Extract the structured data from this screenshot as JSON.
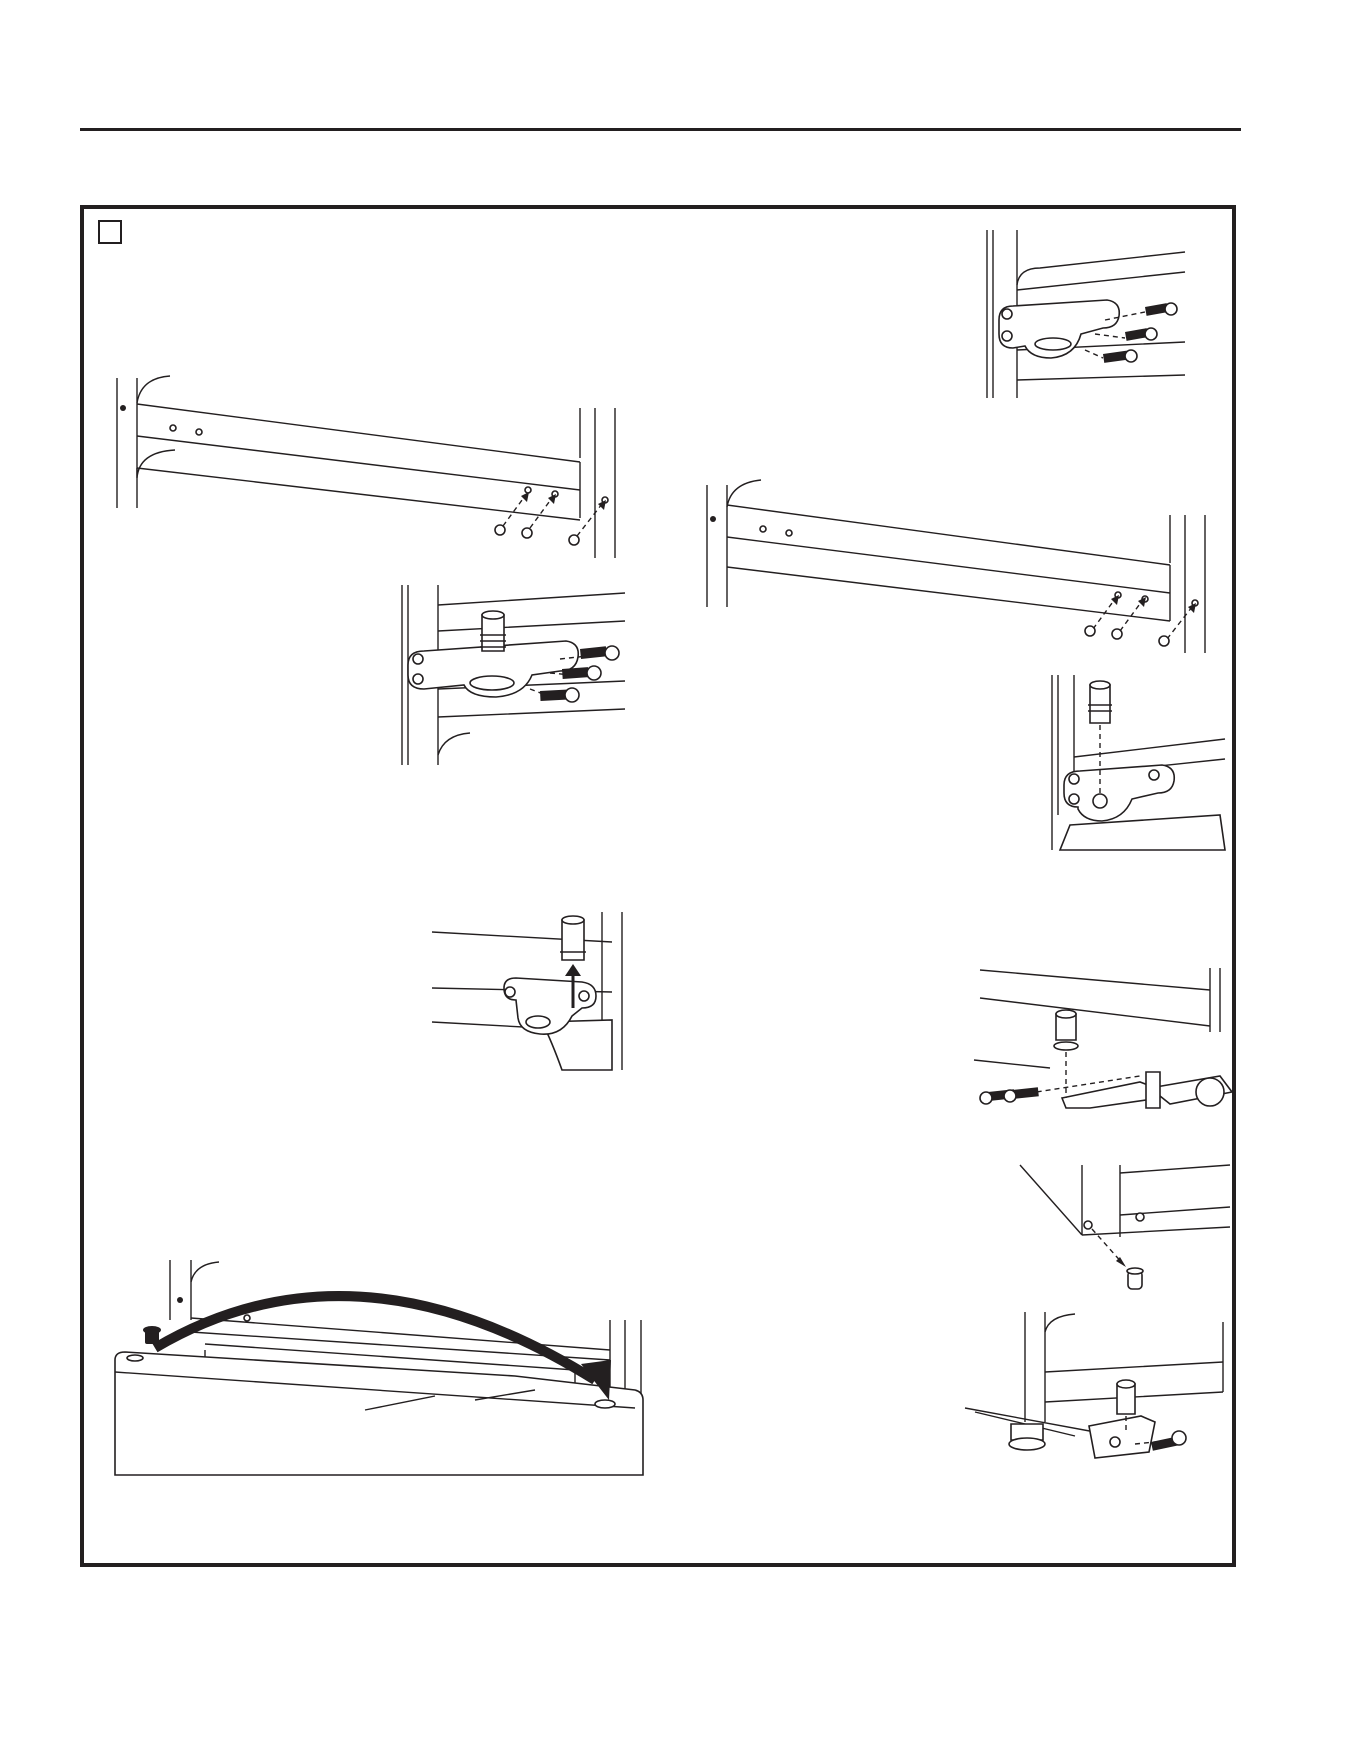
{
  "page": {
    "step_box_label": "",
    "figures": [
      {
        "id": "fig-top-hinge-screws-right",
        "icon": "hinge-bracket-with-three-screws"
      },
      {
        "id": "fig-top-cabinet-holes-left",
        "icon": "cabinet-top-with-three-screw-holes"
      },
      {
        "id": "fig-top-cabinet-holes-right",
        "icon": "cabinet-top-with-three-screw-holes"
      },
      {
        "id": "fig-hinge-pin-install-left",
        "icon": "hinge-bracket-with-pin-and-screws"
      },
      {
        "id": "fig-hinge-pin-lift-right",
        "icon": "hinge-pin-removal"
      },
      {
        "id": "fig-hinge-pin-lift-left",
        "icon": "hinge-pin-removal-arrow"
      },
      {
        "id": "fig-bottom-hinge-right",
        "icon": "bottom-hinge-with-screws"
      },
      {
        "id": "fig-plug-removal-right",
        "icon": "hole-plug-removal"
      },
      {
        "id": "fig-door-swap-left",
        "icon": "door-with-curved-arrow"
      },
      {
        "id": "fig-bottom-hinge-install-right",
        "icon": "bottom-hinge-bracket-leveler"
      }
    ]
  }
}
